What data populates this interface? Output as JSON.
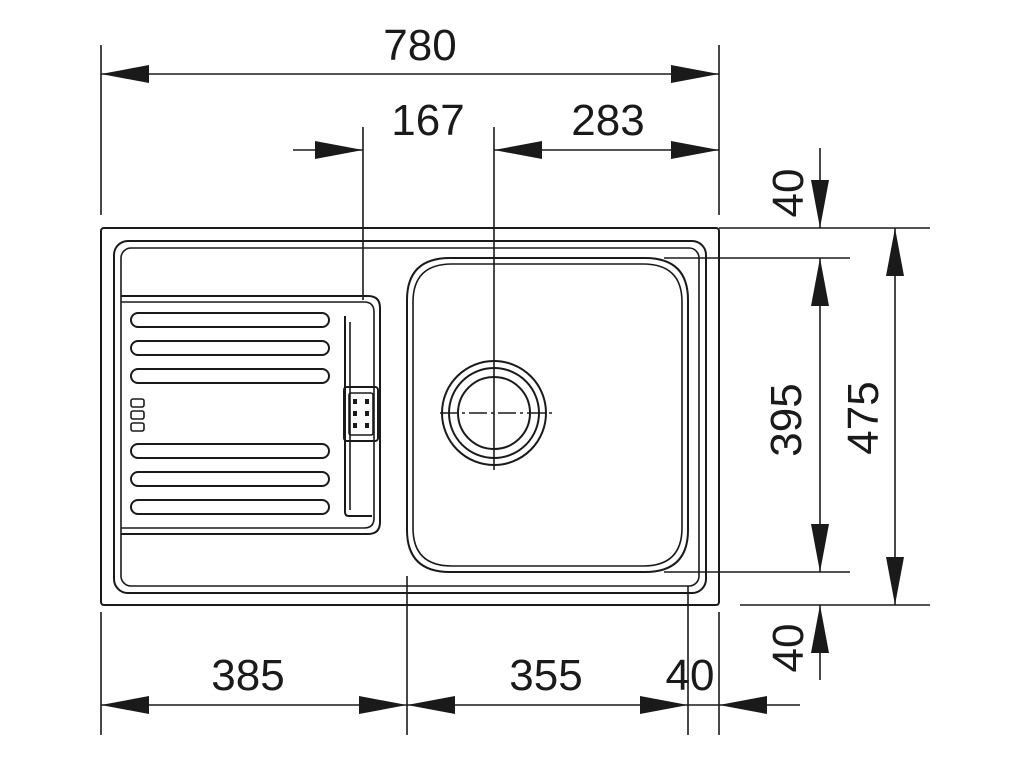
{
  "dimensions": {
    "overall_width": "780",
    "tap_offset": "167",
    "bowl_center_offset": "283",
    "back_margin": "40",
    "bowl_depth": "395",
    "overall_depth": "475",
    "front_margin": "40",
    "drainer_width": "385",
    "bowl_width": "355",
    "side_margin": "40"
  },
  "colors": {
    "ink": "#1a1a1a",
    "background": "#ffffff"
  }
}
